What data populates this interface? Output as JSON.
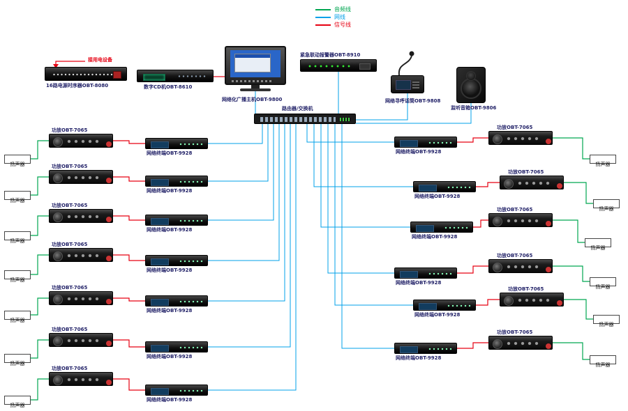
{
  "legend": {
    "items": [
      {
        "label": "音频线",
        "color": "#00a651"
      },
      {
        "label": "网线",
        "color": "#00a0e9"
      },
      {
        "label": "信号线",
        "color": "#e60012"
      }
    ]
  },
  "top": {
    "sequencer_annotation": "接用电设备",
    "sequencer_label": "16路电源时序器OBT-8080",
    "cd_label": "数字CD机OBT-8610",
    "host_label": "网络化广播主机OBT-9800",
    "alarm_label": "紧急联动报警器OBT-8910",
    "mic_label": "网络寻呼话筒OBT-9808",
    "monitor_label": "监听音箱OBT-9806"
  },
  "switch_label": "路由器/交换机",
  "zones": {
    "left": [
      {
        "amp_label": "功放OBT-7065",
        "terminal_label": "网络终端OBT-9928",
        "speaker_label": "扬声器"
      },
      {
        "amp_label": "功放OBT-7065",
        "terminal_label": "网络终端OBT-9928",
        "speaker_label": "扬声器"
      },
      {
        "amp_label": "功放OBT-7065",
        "terminal_label": "网络终端OBT-9928",
        "speaker_label": "扬声器"
      },
      {
        "amp_label": "功放OBT-7065",
        "terminal_label": "网络终端OBT-9928",
        "speaker_label": "扬声器"
      },
      {
        "amp_label": "功放OBT-7065",
        "terminal_label": "网络终端OBT-9928",
        "speaker_label": "扬声器"
      },
      {
        "amp_label": "功放OBT-7065",
        "terminal_label": "网络终端OBT-9928",
        "speaker_label": "扬声器"
      },
      {
        "amp_label": "功放OBT-7065",
        "terminal_label": "网络终端OBT-9928",
        "speaker_label": "扬声器"
      }
    ],
    "right": [
      {
        "amp_label": "功放OBT-7065",
        "terminal_label": "网络终端OBT-9928",
        "speaker_label": "扬声器"
      },
      {
        "amp_label": "功放OBT-7065",
        "terminal_label": "网络终端OBT-9928",
        "speaker_label": "扬声器"
      },
      {
        "amp_label": "功放OBT-7065",
        "terminal_label": "网络终端OBT-9928",
        "speaker_label": "扬声器"
      },
      {
        "amp_label": "功放OBT-7065",
        "terminal_label": "网络终端OBT-9928",
        "speaker_label": "扬声器"
      },
      {
        "amp_label": "功放OBT-7065",
        "terminal_label": "网络终端OBT-9928",
        "speaker_label": "扬声器"
      },
      {
        "amp_label": "功放OBT-7065",
        "terminal_label": "网络终端OBT-9928",
        "speaker_label": "扬声器"
      }
    ]
  }
}
